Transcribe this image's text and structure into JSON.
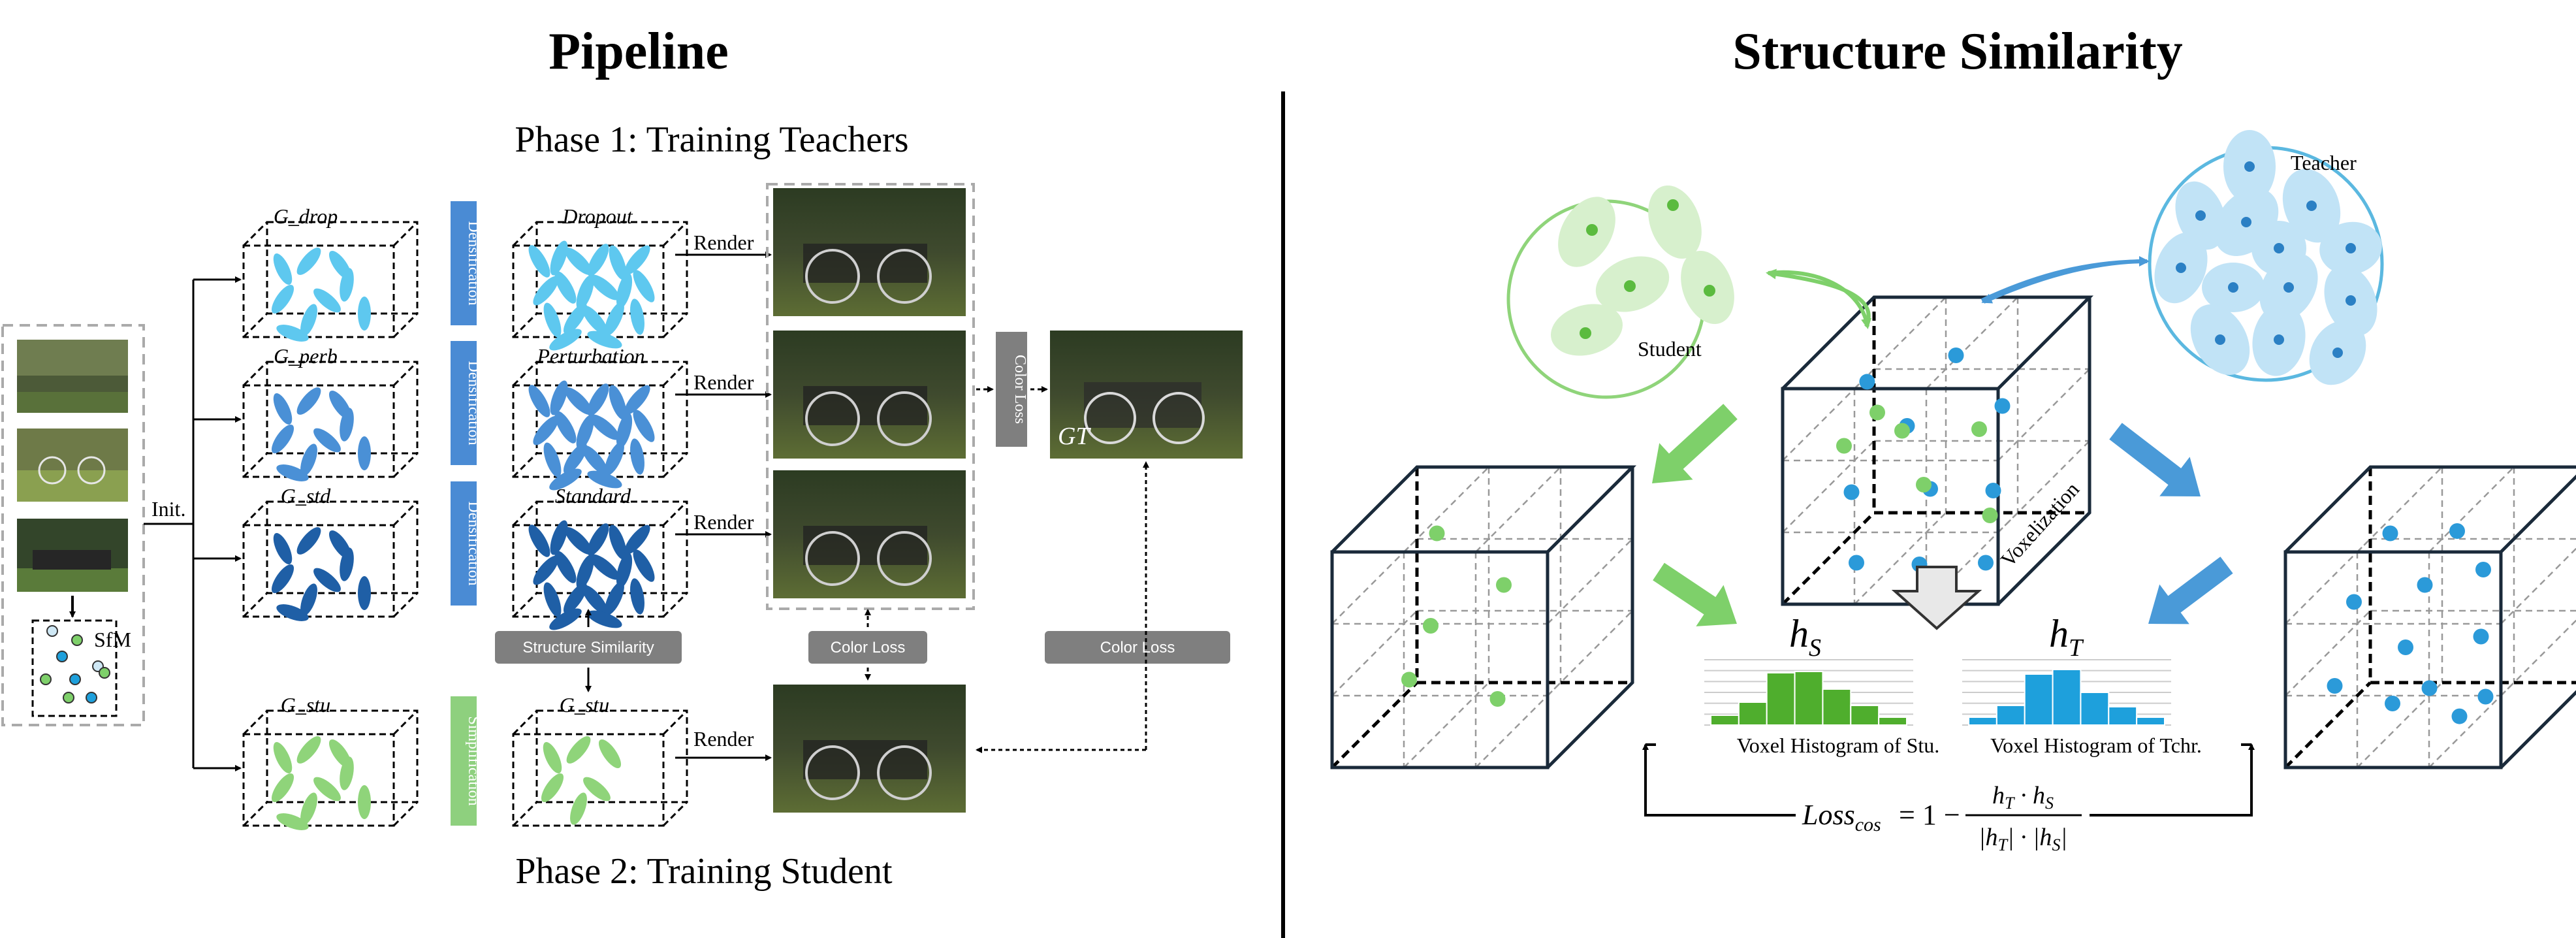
{
  "titles": {
    "pipeline": "Pipeline",
    "structure": "Structure Similarity"
  },
  "phases": {
    "phase1": "Phase 1: Training Teachers",
    "phase2": "Phase 2: Training Student"
  },
  "init": "Init.",
  "sfm": "SfM",
  "gt": "GT",
  "render": "Render",
  "gaussians": {
    "drop": "G_drop",
    "perb": "G_perb",
    "std": "G_std",
    "stu": "G_stu",
    "stu2": "G_stu"
  },
  "outputs": {
    "dropout": "Dropout",
    "perturbation": "Perturbation",
    "standard": "Standard"
  },
  "vertical_labels": {
    "densification": "Densification",
    "simplification": "Simplification",
    "color_loss_v": "Color Loss"
  },
  "buttons": {
    "structure_similarity": "Structure Similarity",
    "color_loss_1": "Color Loss",
    "color_loss_2": "Color Loss"
  },
  "right": {
    "student": "Student",
    "teacher": "Teacher",
    "voxelization": "Voxelization",
    "hs": "h_S",
    "ht": "h_T",
    "hist_stu": "Voxel Histogram of Stu.",
    "hist_tchr": "Voxel Histogram of Tchr.",
    "loss_lhs": "Loss",
    "loss_sub": "cos",
    "loss_eq": "= 1 −",
    "loss_num": "h_T · h_S",
    "loss_den": "|h_T| · |h_S|"
  },
  "histograms": {
    "student": [
      0.15,
      0.35,
      0.8,
      0.82,
      0.55,
      0.3,
      0.12
    ],
    "teacher": [
      0.12,
      0.3,
      0.78,
      0.85,
      0.5,
      0.28,
      0.12
    ]
  },
  "colors": {
    "drop": "#5ec8ef",
    "perb": "#4a90d6",
    "std": "#1f5fa6",
    "stu": "#8fd47a",
    "blue_label": "#4a8bd4",
    "green_label": "#8ed07e",
    "gray_button": "#7f7f7f",
    "hist_green": "#4fae2d",
    "hist_blue": "#1ea0dc"
  }
}
